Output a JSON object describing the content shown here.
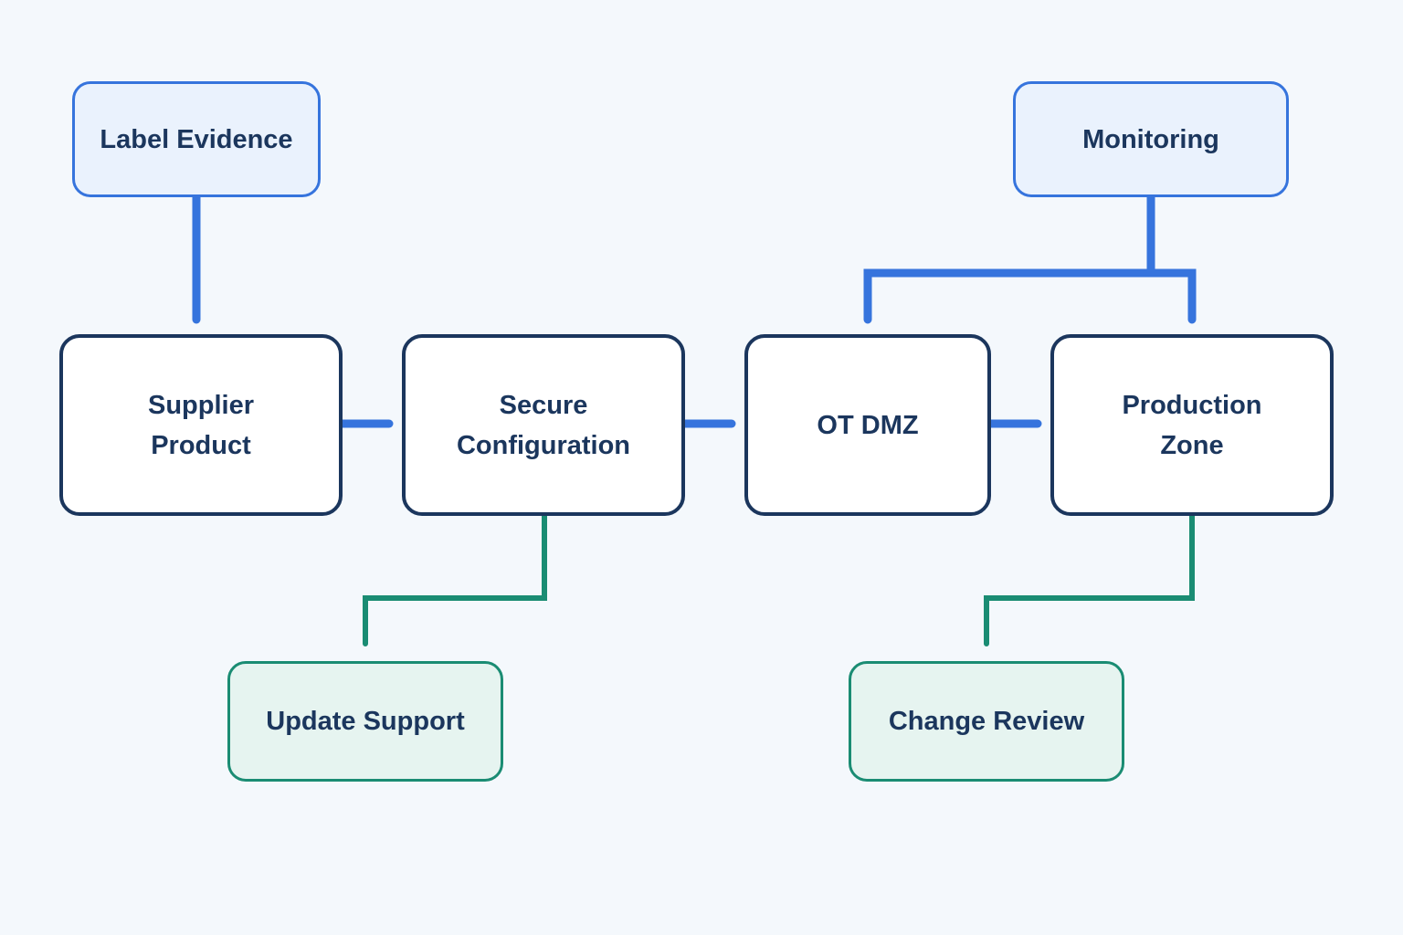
{
  "colors": {
    "background": "#f4f8fc",
    "core_border": "#1b365d",
    "text": "#1b365d",
    "blue_connector": "#3674dd",
    "blue_fill": "#eaf2fd",
    "green_connector": "#1a8c73",
    "green_fill": "#e6f4f0"
  },
  "nodes": {
    "label_evidence": {
      "label": "Label Evidence"
    },
    "monitoring": {
      "label": "Monitoring"
    },
    "supplier_product": {
      "line1": "Supplier",
      "line2": "Product"
    },
    "secure_configuration": {
      "line1": "Secure",
      "line2": "Configuration"
    },
    "ot_dmz": {
      "label": "OT DMZ"
    },
    "production_zone": {
      "line1": "Production",
      "line2": "Zone"
    },
    "update_support": {
      "label": "Update Support"
    },
    "change_review": {
      "label": "Change Review"
    }
  },
  "edges": [
    {
      "from": "label_evidence",
      "to": "supplier_product",
      "kind": "blue"
    },
    {
      "from": "monitoring",
      "to": "ot_dmz",
      "kind": "blue"
    },
    {
      "from": "monitoring",
      "to": "production_zone",
      "kind": "blue"
    },
    {
      "from": "supplier_product",
      "to": "secure_configuration",
      "kind": "blue"
    },
    {
      "from": "secure_configuration",
      "to": "ot_dmz",
      "kind": "blue"
    },
    {
      "from": "ot_dmz",
      "to": "production_zone",
      "kind": "blue"
    },
    {
      "from": "secure_configuration",
      "to": "update_support",
      "kind": "green"
    },
    {
      "from": "production_zone",
      "to": "change_review",
      "kind": "green"
    }
  ]
}
